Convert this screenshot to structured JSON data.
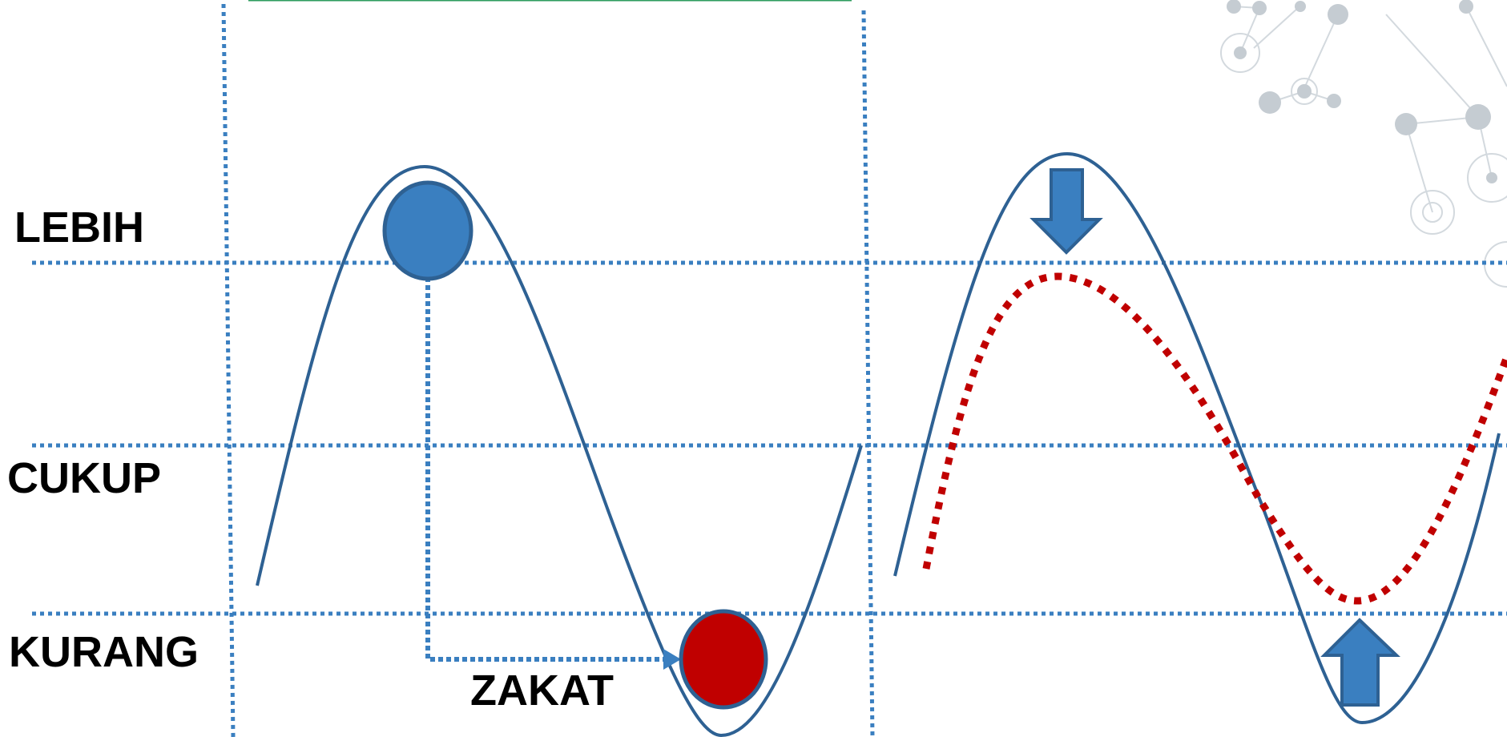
{
  "labels": {
    "lebih": "LEBIH",
    "cukup": "CUKUP",
    "kurang": "KURANG",
    "zakat": "ZAKAT"
  },
  "colors": {
    "grid_dotted": "#3a7fc0",
    "wave": "#2e6193",
    "ball_high": "#3a7fc0",
    "ball_low": "#c00000",
    "redistributed_wave": "#c00000",
    "arrows": "#3a7fc0",
    "top_rule": "#2e9c5e",
    "network_decoration": "#c9d0d6"
  },
  "icons": {
    "high_ball": "circle-icon",
    "low_ball": "circle-icon",
    "down_arrow": "arrow-down-icon",
    "up_arrow": "arrow-up-icon",
    "transfer_arrow": "arrow-right-icon",
    "background": "network-nodes-decoration"
  }
}
